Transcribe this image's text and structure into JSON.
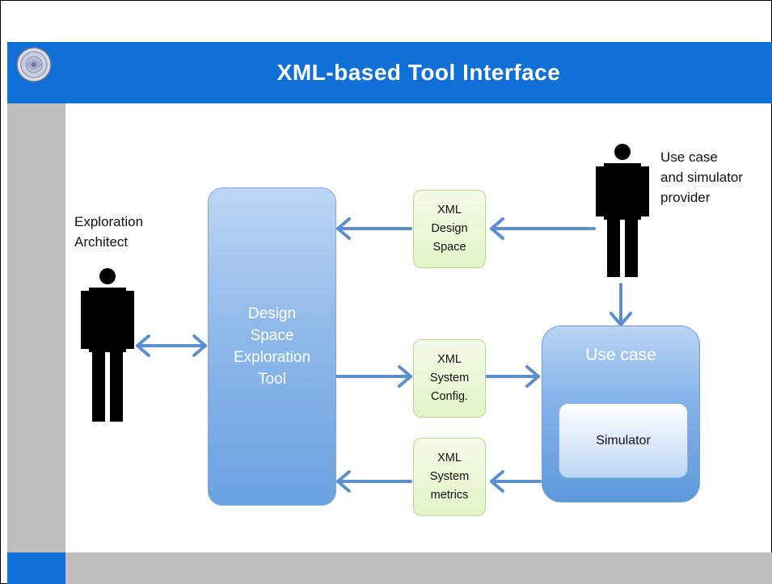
{
  "slide": {
    "title": "XML-based Tool Interface"
  },
  "colors": {
    "title_bar": "#1070d8",
    "side_bar": "#bdbdbd",
    "arrow": "#5b8fcf",
    "xml_box": "#e3f3c8",
    "tool_box": "#8fb9ea"
  },
  "diagram": {
    "exploration_architect": {
      "label_line1": "Exploration",
      "label_line2": "Architect",
      "icon": "person-icon"
    },
    "provider": {
      "label_line1": "Use case",
      "label_line2": "and simulator",
      "label_line3": "provider",
      "icon": "person-icon"
    },
    "tool": {
      "line1": "Design",
      "line2": "Space",
      "line3": "Exploration",
      "line4": "Tool"
    },
    "xml_design_space": {
      "line1": "XML",
      "line2": "Design",
      "line3": "Space"
    },
    "xml_system_config": {
      "line1": "XML",
      "line2": "System",
      "line3": "Config."
    },
    "xml_system_metrics": {
      "line1": "XML",
      "line2": "System",
      "line3": "metrics"
    },
    "use_case": {
      "title": "Use case",
      "simulator": "Simulator"
    }
  }
}
